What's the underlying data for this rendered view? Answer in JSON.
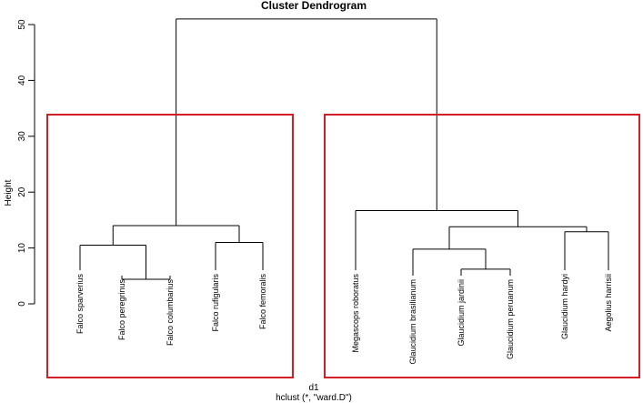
{
  "chart_data": {
    "type": "dendrogram",
    "title": "Cluster Dendrogram",
    "ylabel": "Height",
    "xlabel": "d1",
    "subtitle": "hclust (*, \"ward.D\")",
    "ylim": [
      0,
      50
    ],
    "yticks": [
      0,
      10,
      20,
      30,
      40,
      50
    ],
    "leaves": [
      "Falco sparverius",
      "Falco peregrinus",
      "Falco columbarius",
      "Falco rufigularis",
      "Falco femoralis",
      "Megascops roboratus",
      "Glaucidium brasilianum",
      "Glaucidium jardinii",
      "Glaucidium peruanum",
      "Glaucidium hardyi",
      "Aegolius harrisii"
    ],
    "merges": [
      {
        "left": "leaf:1",
        "right": "leaf:2",
        "height": 4.4
      },
      {
        "left": "leaf:0",
        "right": "merge:0",
        "height": 10.5
      },
      {
        "left": "leaf:3",
        "right": "leaf:4",
        "height": 11.0
      },
      {
        "left": "merge:1",
        "right": "merge:2",
        "height": 14.0
      },
      {
        "left": "leaf:7",
        "right": "leaf:8",
        "height": 6.2
      },
      {
        "left": "leaf:6",
        "right": "merge:4",
        "height": 9.8
      },
      {
        "left": "leaf:9",
        "right": "leaf:10",
        "height": 12.9
      },
      {
        "left": "merge:5",
        "right": "merge:6",
        "height": 13.8
      },
      {
        "left": "leaf:5",
        "right": "merge:7",
        "height": 16.7
      },
      {
        "left": "merge:3",
        "right": "merge:8",
        "height": 51.0
      }
    ],
    "cluster_boxes": [
      {
        "leaves_from": 0,
        "leaves_to": 4,
        "color": "#d21f26"
      },
      {
        "leaves_from": 5,
        "leaves_to": 10,
        "color": "#d21f26"
      }
    ],
    "line_color": "#000000"
  }
}
